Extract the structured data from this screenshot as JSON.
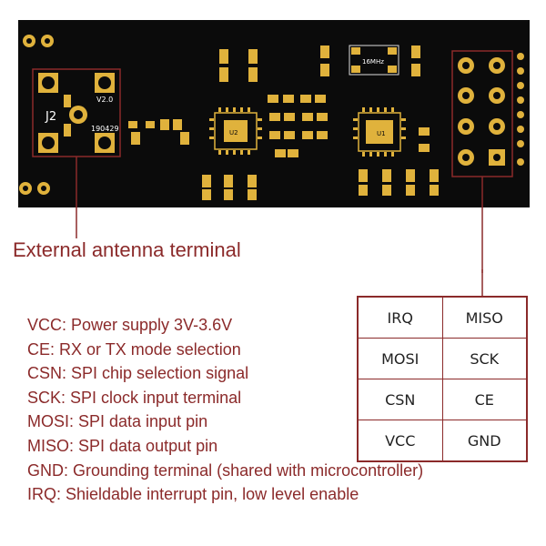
{
  "board": {
    "connector_label": "J2",
    "version_text": "V2.0",
    "date_code": "190429",
    "crystal_label": "16MHz",
    "chip_u2_label": "U2",
    "chip_u1_label": "U1"
  },
  "annotation": {
    "antenna_title": "External antenna terminal"
  },
  "descriptions": [
    "VCC: Power supply 3V-3.6V",
    "CE: RX or TX mode selection",
    "CSN: SPI chip selection signal",
    "SCK: SPI clock input terminal",
    "MOSI: SPI data input pin",
    "MISO: SPI data output pin",
    "GND: Grounding terminal (shared with microcontroller)",
    "IRQ: Shieldable interrupt pin, low level enable"
  ],
  "pin_table": [
    [
      "IRQ",
      "MISO"
    ],
    [
      "MOSI",
      "SCK"
    ],
    [
      "CSN",
      "CE"
    ],
    [
      "VCC",
      "GND"
    ]
  ],
  "colors": {
    "board": "#0b0b0b",
    "pad_gold": "#e0b23c",
    "annotation_red": "#8b2a2a"
  }
}
